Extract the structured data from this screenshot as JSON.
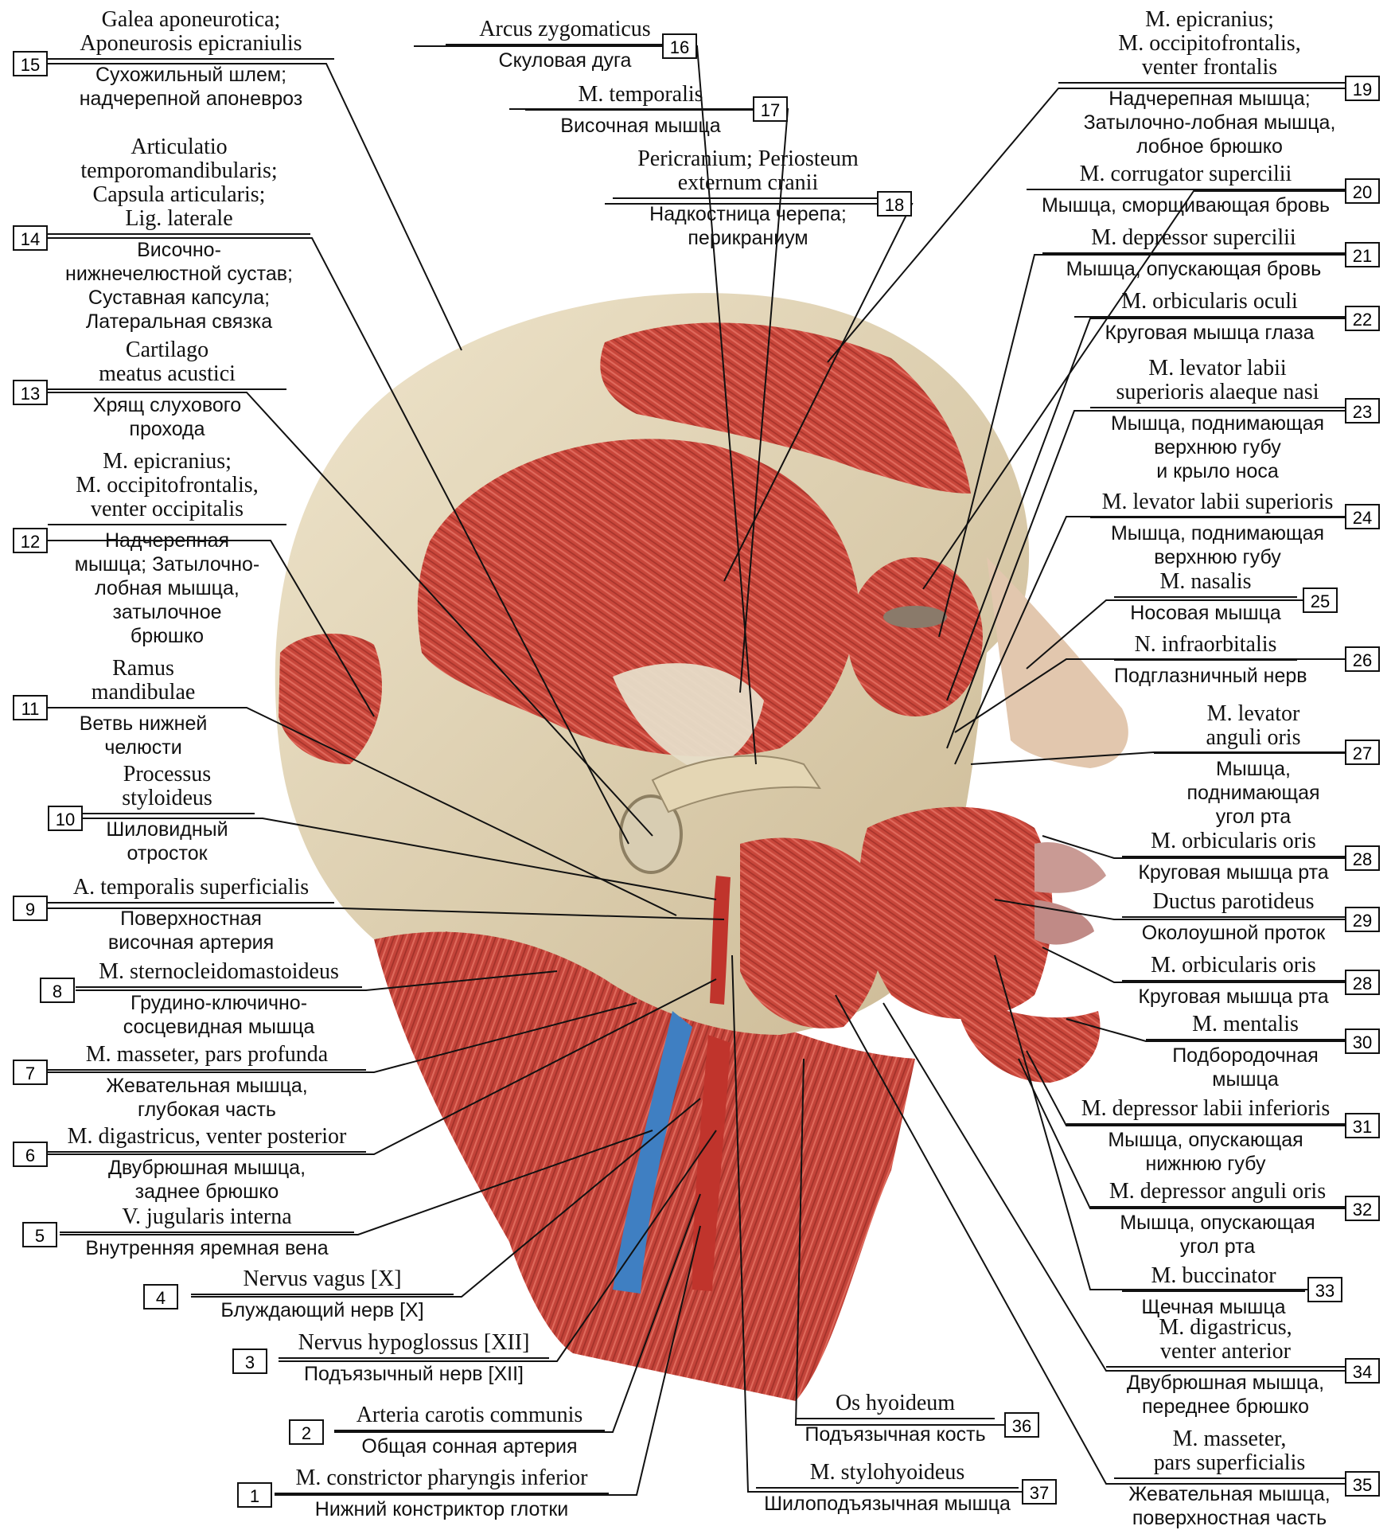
{
  "labels": [
    {
      "num": "15",
      "lat": [
        "Galea aponeurotica;",
        "Aponeurosis epicraniulis"
      ],
      "rus": [
        "Сухожильный шлем;",
        "надчерепной апоневроз"
      ]
    },
    {
      "num": "14",
      "lat": [
        "Articulatio",
        "temporomandibularis;",
        "Capsula articularis;",
        "Lig. laterale"
      ],
      "rus": [
        "Височно-",
        "нижнечелюстной сустав;",
        "Суставная капсула;",
        "Латеральная связка"
      ]
    },
    {
      "num": "13",
      "lat": [
        "Cartilago",
        "meatus acustici"
      ],
      "rus": [
        "Хрящ слухового",
        "прохода"
      ]
    },
    {
      "num": "12",
      "lat": [
        "M. epicranius;",
        "M. occipitofrontalis,",
        "venter occipitalis"
      ],
      "rus": [
        "Надчерепная",
        "мышца; Затылочно-",
        "лобная мышца,",
        "затылочное",
        "брюшко"
      ]
    },
    {
      "num": "11",
      "lat": [
        "Ramus",
        "mandibulae"
      ],
      "rus": [
        "Ветвь нижней",
        "челюсти"
      ]
    },
    {
      "num": "10",
      "lat": [
        "Processus",
        "styloideus"
      ],
      "rus": [
        "Шиловидный",
        "отросток"
      ]
    },
    {
      "num": "9",
      "lat": [
        "A. temporalis superficialis"
      ],
      "rus": [
        "Поверхностная",
        "височная артерия"
      ]
    },
    {
      "num": "8",
      "lat": [
        "M. sternocleidomastoideus"
      ],
      "rus": [
        "Грудино-ключично-",
        "сосцевидная мышца"
      ]
    },
    {
      "num": "7",
      "lat": [
        "M. masseter, pars profunda"
      ],
      "rus": [
        "Жевательная мышца,",
        "глубокая часть"
      ]
    },
    {
      "num": "6",
      "lat": [
        "M. digastricus, venter posterior"
      ],
      "rus": [
        "Двубрюшная мышца,",
        "заднее брюшко"
      ]
    },
    {
      "num": "5",
      "lat": [
        "V. jugularis interna"
      ],
      "rus": [
        "Внутренняя яремная вена"
      ]
    },
    {
      "num": "4",
      "lat": [
        "Nervus vagus [X]"
      ],
      "rus": [
        "Блуждающий нерв [X]"
      ]
    },
    {
      "num": "3",
      "lat": [
        "Nervus hypoglossus [XII]"
      ],
      "rus": [
        "Подъязычный нерв [XII]"
      ]
    },
    {
      "num": "2",
      "lat": [
        "Arteria carotis communis"
      ],
      "rus": [
        "Общая сонная артерия"
      ]
    },
    {
      "num": "1",
      "lat": [
        "M. constrictor pharyngis inferior"
      ],
      "rus": [
        "Нижний констриктор глотки"
      ]
    },
    {
      "num": "16",
      "lat": [
        "Arcus zygomaticus"
      ],
      "rus": [
        "Скуловая дуга"
      ]
    },
    {
      "num": "17",
      "lat": [
        "M. temporalis"
      ],
      "rus": [
        "Височная мышца"
      ]
    },
    {
      "num": "18",
      "lat": [
        "Pericranium; Periosteum",
        "externum cranii"
      ],
      "rus": [
        "Надкостница черепа;",
        "перикраниум"
      ]
    },
    {
      "num": "19",
      "lat": [
        "M. epicranius;",
        "M. occipitofrontalis,",
        "venter frontalis"
      ],
      "rus": [
        "Надчерепная мышца;",
        "Затылочно-лобная мышца,",
        "лобное брюшко"
      ]
    },
    {
      "num": "20",
      "lat": [
        "M. corrugator supercilii"
      ],
      "rus": [
        "Мышца, сморщивающая бровь"
      ]
    },
    {
      "num": "21",
      "lat": [
        "M. depressor supercilii"
      ],
      "rus": [
        "Мышца, опускающая бровь"
      ]
    },
    {
      "num": "22",
      "lat": [
        "M. orbicularis oculi"
      ],
      "rus": [
        "Круговая мышца глаза"
      ]
    },
    {
      "num": "23",
      "lat": [
        "M. levator labii",
        "superioris alaeque nasi"
      ],
      "rus": [
        "Мышца, поднимающая",
        "верхнюю губу",
        "и крыло носа"
      ]
    },
    {
      "num": "24",
      "lat": [
        "M. levator labii superioris"
      ],
      "rus": [
        "Мышца, поднимающая",
        "верхнюю губу"
      ]
    },
    {
      "num": "25",
      "lat": [
        "M. nasalis"
      ],
      "rus": [
        "Носовая мышца"
      ]
    },
    {
      "num": "26",
      "lat": [
        "N. infraorbitalis"
      ],
      "rus": [
        "Подглазничный нерв"
      ]
    },
    {
      "num": "27",
      "lat": [
        "M. levator",
        "anguli oris"
      ],
      "rus": [
        "Мышца,",
        "поднимающая",
        "угол рта"
      ]
    },
    {
      "num": "28",
      "lat": [
        "M. orbicularis oris"
      ],
      "rus": [
        "Круговая мышца рта"
      ]
    },
    {
      "num": "29",
      "lat": [
        "Ductus parotideus"
      ],
      "rus": [
        "Околоушной проток"
      ]
    },
    {
      "num": "28",
      "lat": [
        "M. orbicularis oris"
      ],
      "rus": [
        "Круговая мышца рта"
      ]
    },
    {
      "num": "30",
      "lat": [
        "M. mentalis"
      ],
      "rus": [
        "Подбородочная",
        "мышца"
      ]
    },
    {
      "num": "31",
      "lat": [
        "M. depressor labii inferioris"
      ],
      "rus": [
        "Мышца, опускающая",
        "нижнюю губу"
      ]
    },
    {
      "num": "32",
      "lat": [
        "M. depressor anguli oris"
      ],
      "rus": [
        "Мышца, опускающая",
        "угол рта"
      ]
    },
    {
      "num": "33",
      "lat": [
        "M. buccinator"
      ],
      "rus": [
        "Щечная мышца"
      ]
    },
    {
      "num": "34",
      "lat": [
        "M. digastricus,",
        "venter anterior"
      ],
      "rus": [
        "Двубрюшная мышца,",
        "переднее брюшко"
      ]
    },
    {
      "num": "35",
      "lat": [
        "M. masseter,",
        "pars superficialis"
      ],
      "rus": [
        "Жевательная мышца,",
        "поверхностная часть"
      ]
    },
    {
      "num": "36",
      "lat": [
        "Os hyoideum"
      ],
      "rus": [
        "Подъязычная кость"
      ]
    },
    {
      "num": "37",
      "lat": [
        "M. stylohyoideus"
      ],
      "rus": [
        "Шилоподъязычная мышца"
      ]
    }
  ],
  "colors": {
    "muscle": "#c8453a",
    "muscle_dark": "#9a2a22",
    "tendon": "#ddd3bd",
    "bone": "#e4d6b4",
    "vein": "#3f7fc2",
    "artery": "#c0342c",
    "line": "#111111"
  }
}
